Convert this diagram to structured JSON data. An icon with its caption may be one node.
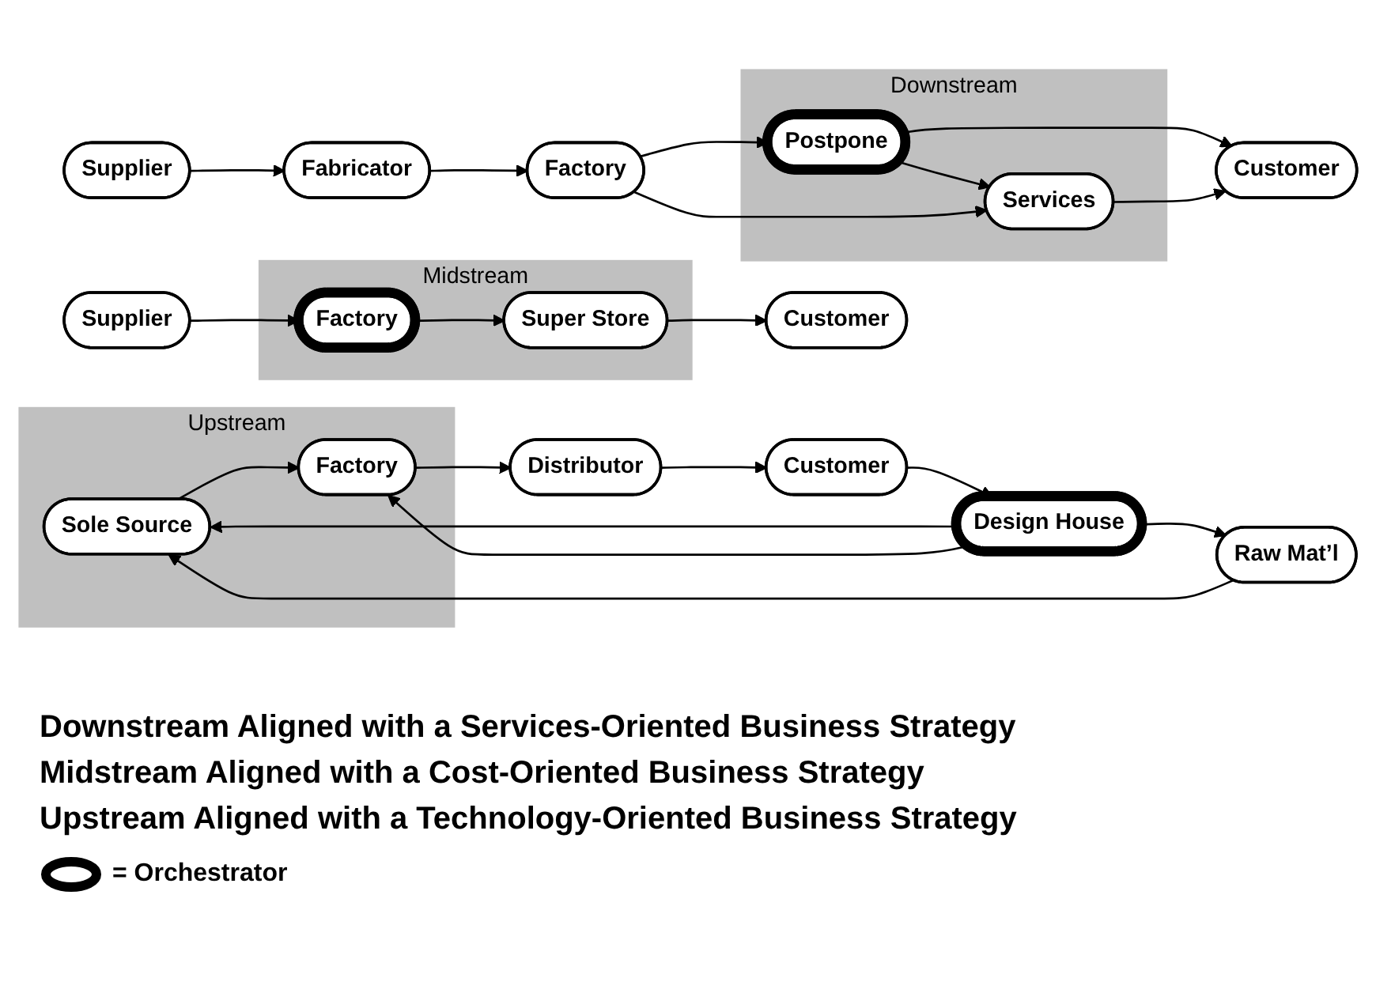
{
  "diagram": {
    "nodes": [
      {
        "text": [
          "Downstream"
        ]
      },
      {
        "text": [
          "Supplier"
        ]
      },
      {
        "text": [
          "Fabricator"
        ]
      },
      {
        "text": [
          "Factory"
        ]
      },
      {
        "text": [
          "Postpone"
        ],
        "in": 0
      },
      {
        "text": [
          "Customer"
        ]
      },
      {
        "text": [
          "Services"
        ],
        "in": 0
      },
      {
        "text": [
          "Midstream"
        ]
      },
      {
        "text": [
          "Supplier"
        ]
      },
      {
        "text": [
          "Factory"
        ],
        "in": 7
      },
      {
        "text": [
          "Super Store"
        ],
        "in": 7
      },
      {
        "text": [
          "Customer"
        ]
      },
      {
        "text": [
          "Upstream"
        ]
      },
      {
        "text": [
          "Raw Mat’l"
        ]
      },
      {
        "text": [
          "Sole Source"
        ],
        "in": 12
      },
      {
        "text": [
          "Factory"
        ],
        "in": 12
      },
      {
        "text": [
          "Distributor"
        ]
      },
      {
        "text": [
          "Customer"
        ]
      },
      {
        "text": [
          "Design House"
        ]
      }
    ],
    "edges": [
      {
        "from": 1,
        "to": 2,
        "arrow": "to"
      },
      {
        "from": 2,
        "to": 3,
        "arrow": "to"
      },
      {
        "from": 3,
        "to": 4,
        "arrow": "to"
      },
      {
        "from": 4,
        "to": 5,
        "arrow": "to"
      },
      {
        "from": 4,
        "to": 6,
        "arrow": "to"
      },
      {
        "from": 3,
        "to": 6,
        "arrow": "to"
      },
      {
        "from": 6,
        "to": 5,
        "arrow": "to"
      },
      {
        "from": 8,
        "to": 9,
        "arrow": "to"
      },
      {
        "from": 9,
        "to": 10,
        "arrow": "to"
      },
      {
        "from": 10,
        "to": 11,
        "arrow": "to"
      },
      {
        "from": 13,
        "to": 14,
        "arrow": "to"
      },
      {
        "from": 14,
        "to": 15,
        "arrow": "to"
      },
      {
        "from": 15,
        "to": 16,
        "arrow": "to"
      },
      {
        "from": 16,
        "to": 17,
        "arrow": "to"
      },
      {
        "from": 18,
        "to": 13,
        "arrow": "to"
      },
      {
        "from": 18,
        "to": 14,
        "arrow": "to"
      },
      {
        "from": 18,
        "to": 15,
        "arrow": "to"
      },
      {
        "from": 17,
        "to": 18,
        "arrow": "to"
      }
    ],
    "labels": [
      "Downstream Aligned with a Services-Oriented Business Strategy",
      "Midstream Aligned with a Cost-Oriented Business Strategy",
      "Upstream Aligned with a Technology-Oriented Business Strategy"
    ],
    "legend": [
      {
        "text": "= Orchestrator"
      }
    ]
  }
}
